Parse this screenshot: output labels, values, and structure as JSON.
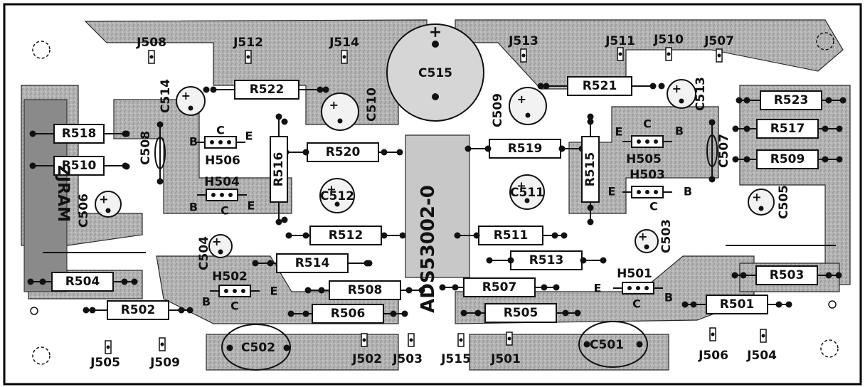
{
  "board": {
    "colors": {
      "background": "#ffffff",
      "copper": "#aeaeae",
      "trace_dark": "#8a8a8a",
      "ink": "#111111",
      "frame": "#000000"
    },
    "silkscreen_text": "ADS53002-0",
    "vertical_text": "ZJRAM"
  },
  "resistors": [
    {
      "id": "r522",
      "label": "R522"
    },
    {
      "id": "r521",
      "label": "R521"
    },
    {
      "id": "r523",
      "label": "R523"
    },
    {
      "id": "r517",
      "label": "R517"
    },
    {
      "id": "r509",
      "label": "R509"
    },
    {
      "id": "r518",
      "label": "R518"
    },
    {
      "id": "r510",
      "label": "R510"
    },
    {
      "id": "r520",
      "label": "R520"
    },
    {
      "id": "r519",
      "label": "R519"
    },
    {
      "id": "r516",
      "label": "R516"
    },
    {
      "id": "r515",
      "label": "R515"
    },
    {
      "id": "r512",
      "label": "R512"
    },
    {
      "id": "r511",
      "label": "R511"
    },
    {
      "id": "r514",
      "label": "R514"
    },
    {
      "id": "r513",
      "label": "R513"
    },
    {
      "id": "r504",
      "label": "R504"
    },
    {
      "id": "r503",
      "label": "R503"
    },
    {
      "id": "r508",
      "label": "R508"
    },
    {
      "id": "r507",
      "label": "R507"
    },
    {
      "id": "r502",
      "label": "R502"
    },
    {
      "id": "r501",
      "label": "R501"
    },
    {
      "id": "r506",
      "label": "R506"
    },
    {
      "id": "r505",
      "label": "R505"
    }
  ],
  "capacitors": [
    {
      "id": "c515",
      "label": "C515"
    },
    {
      "id": "c514",
      "label": "C514"
    },
    {
      "id": "c510",
      "label": "C510"
    },
    {
      "id": "c509",
      "label": "C509"
    },
    {
      "id": "c513",
      "label": "C513"
    },
    {
      "id": "c508",
      "label": "C508"
    },
    {
      "id": "c507",
      "label": "C507"
    },
    {
      "id": "c512",
      "label": "C512"
    },
    {
      "id": "c511",
      "label": "C511"
    },
    {
      "id": "c506",
      "label": "C506"
    },
    {
      "id": "c505",
      "label": "C505"
    },
    {
      "id": "c504",
      "label": "C504"
    },
    {
      "id": "c503",
      "label": "C503"
    },
    {
      "id": "c502",
      "label": "C502"
    },
    {
      "id": "c501",
      "label": "C501"
    }
  ],
  "transistors": [
    {
      "id": "h506",
      "label": "H506",
      "pins": [
        "B",
        "C",
        "E"
      ]
    },
    {
      "id": "h505",
      "label": "H505",
      "pins": [
        "E",
        "C",
        "B"
      ]
    },
    {
      "id": "h504",
      "label": "H504",
      "pins": [
        "B",
        "C",
        "E"
      ]
    },
    {
      "id": "h503",
      "label": "H503",
      "pins": [
        "E",
        "C",
        "B"
      ]
    },
    {
      "id": "h502",
      "label": "H502",
      "pins": [
        "B",
        "C",
        "E"
      ]
    },
    {
      "id": "h501",
      "label": "H501",
      "pins": [
        "E",
        "C",
        "B"
      ]
    }
  ],
  "jumpers": [
    {
      "id": "j508",
      "label": "J508"
    },
    {
      "id": "j512",
      "label": "J512"
    },
    {
      "id": "j514",
      "label": "J514"
    },
    {
      "id": "j513",
      "label": "J513"
    },
    {
      "id": "j511",
      "label": "J511"
    },
    {
      "id": "j510",
      "label": "J510"
    },
    {
      "id": "j507",
      "label": "J507"
    },
    {
      "id": "j505",
      "label": "J505"
    },
    {
      "id": "j509",
      "label": "J509"
    },
    {
      "id": "j502",
      "label": "J502"
    },
    {
      "id": "j503",
      "label": "J503"
    },
    {
      "id": "j515",
      "label": "J515"
    },
    {
      "id": "j501",
      "label": "J501"
    },
    {
      "id": "j506",
      "label": "J506"
    },
    {
      "id": "j504",
      "label": "J504"
    }
  ]
}
